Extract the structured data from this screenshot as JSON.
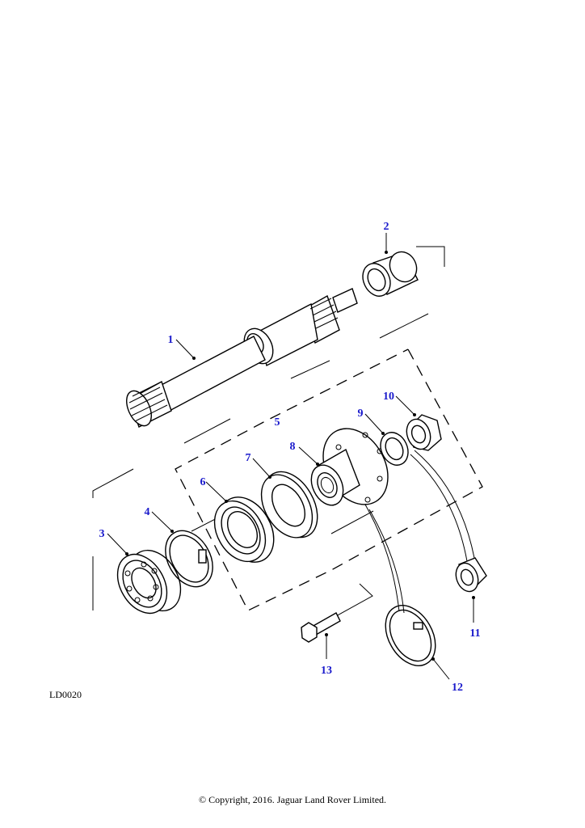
{
  "diagram_code": "LD0020",
  "copyright": "© Copyright, 2016. Jaguar Land Rover Limited.",
  "callouts": [
    "1",
    "2",
    "3",
    "4",
    "5",
    "6",
    "7",
    "8",
    "9",
    "10",
    "11",
    "12",
    "13"
  ]
}
